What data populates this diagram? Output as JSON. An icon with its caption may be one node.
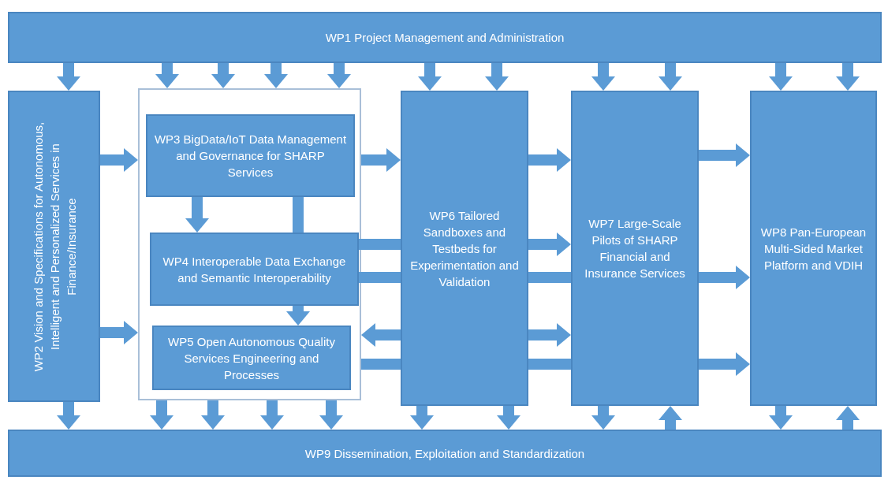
{
  "diagram": {
    "nodes": [
      {
        "text": [
          "WP1 Project Management and Administration"
        ]
      },
      {
        "text": [
          "WP2 Vision and Specifications for Autonomous, Intelligent and Personalized Services in Finance/Insurance"
        ]
      },
      {
        "text": [],
        "shape": "box"
      },
      {
        "text": [
          "WP3 BigData/IoT Data Management and Governance for SHARP Services"
        ],
        "in": 2
      },
      {
        "text": [
          "WP4 Interoperable Data Exchange and Semantic Interoperability"
        ],
        "in": 2
      },
      {
        "text": [
          "WP5 Open Autonomous Quality Services Engineering and Processes"
        ],
        "in": 2
      },
      {
        "text": [
          "WP6 Tailored Sandboxes and Testbeds for Experimentation and Validation"
        ]
      },
      {
        "text": [
          "WP7 Large-Scale Pilots of SHARP Financial and Insurance Services"
        ]
      },
      {
        "text": [
          "WP8 Pan-European Multi-Sided Market Platform and VDIH"
        ]
      },
      {
        "text": [
          "WP9 Dissemination, Exploitation and Standardization"
        ]
      }
    ],
    "edges": [
      {
        "from": 0,
        "to": 1,
        "arrow": "to"
      },
      {
        "from": 0,
        "to": 2,
        "arrow": "to"
      },
      {
        "from": 0,
        "to": 2,
        "arrow": "to"
      },
      {
        "from": 0,
        "to": 2,
        "arrow": "to"
      },
      {
        "from": 0,
        "to": 2,
        "arrow": "to"
      },
      {
        "from": 0,
        "to": 6,
        "arrow": "to"
      },
      {
        "from": 0,
        "to": 6,
        "arrow": "to"
      },
      {
        "from": 0,
        "to": 7,
        "arrow": "to"
      },
      {
        "from": 0,
        "to": 7,
        "arrow": "to"
      },
      {
        "from": 0,
        "to": 8,
        "arrow": "to"
      },
      {
        "from": 0,
        "to": 8,
        "arrow": "to"
      },
      {
        "from": 1,
        "to": 2,
        "arrow": "to"
      },
      {
        "from": 1,
        "to": 2,
        "arrow": "to"
      },
      {
        "from": 3,
        "to": 4,
        "arrow": "to"
      },
      {
        "from": 3,
        "to": 4,
        "arrow": "none"
      },
      {
        "from": 4,
        "to": 5,
        "arrow": "to"
      },
      {
        "from": 2,
        "to": 6,
        "arrow": "to"
      },
      {
        "from": 4,
        "to": 6,
        "arrow": "none"
      },
      {
        "from": 4,
        "to": 6,
        "arrow": "none"
      },
      {
        "from": 6,
        "to": 2,
        "arrow": "to"
      },
      {
        "from": 2,
        "to": 6,
        "arrow": "none"
      },
      {
        "from": 6,
        "to": 7,
        "arrow": "to"
      },
      {
        "from": 6,
        "to": 7,
        "arrow": "to"
      },
      {
        "from": 6,
        "to": 7,
        "arrow": "none"
      },
      {
        "from": 6,
        "to": 7,
        "arrow": "to"
      },
      {
        "from": 6,
        "to": 7,
        "arrow": "none"
      },
      {
        "from": 7,
        "to": 8,
        "arrow": "to"
      },
      {
        "from": 7,
        "to": 8,
        "arrow": "to"
      },
      {
        "from": 7,
        "to": 8,
        "arrow": "to"
      },
      {
        "from": 1,
        "to": 9,
        "arrow": "to"
      },
      {
        "from": 2,
        "to": 9,
        "arrow": "to"
      },
      {
        "from": 2,
        "to": 9,
        "arrow": "to"
      },
      {
        "from": 2,
        "to": 9,
        "arrow": "to"
      },
      {
        "from": 2,
        "to": 9,
        "arrow": "to"
      },
      {
        "from": 6,
        "to": 9,
        "arrow": "to"
      },
      {
        "from": 6,
        "to": 9,
        "arrow": "to"
      },
      {
        "from": 7,
        "to": 9,
        "arrow": "to"
      },
      {
        "from": 9,
        "to": 7,
        "arrow": "to"
      },
      {
        "from": 8,
        "to": 9,
        "arrow": "to"
      },
      {
        "from": 9,
        "to": 8,
        "arrow": "to"
      }
    ]
  }
}
